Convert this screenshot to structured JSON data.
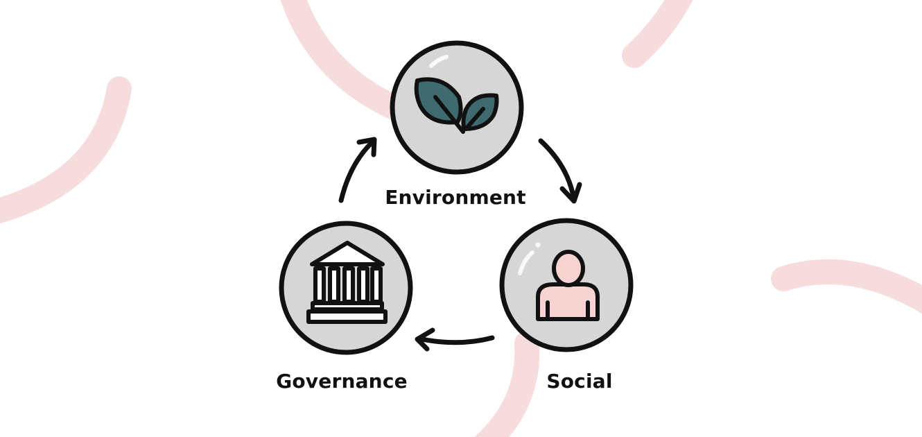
{
  "diagram": {
    "nodes": [
      {
        "id": "environment",
        "label": "Environment",
        "icon": "leaves-icon"
      },
      {
        "id": "social",
        "label": "Social",
        "icon": "person-icon"
      },
      {
        "id": "governance",
        "label": "Governance",
        "icon": "government-building-icon"
      }
    ],
    "flow": [
      "environment",
      "social",
      "governance",
      "environment"
    ]
  },
  "colors": {
    "background": "#ffffff",
    "decor_arcs": "#f6dcdd",
    "circle_fill": "#d6d6d6",
    "outline": "#111111",
    "leaf_fill": "#3f6b70",
    "person_fill": "#f7d4d2"
  }
}
